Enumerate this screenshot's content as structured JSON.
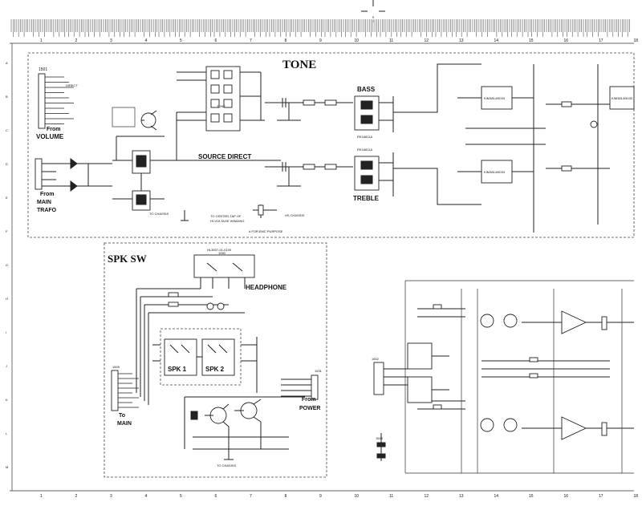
{
  "titles": {
    "tone": "TONE",
    "spk_sw": "SPK SW",
    "headphone": "HEADPHONE",
    "bass": "BASS",
    "treble": "TREBLE",
    "source_direct": "SOURCE DIRECT",
    "spk1": "SPK 1",
    "spk2": "SPK 2"
  },
  "labels": {
    "from_volume_1": "From",
    "from_volume_2": "VOLUME",
    "from_main_trafo_1": "From",
    "from_main_trafo_2": "MAIN",
    "from_main_trafo_3": "TRAFO",
    "to_main_1": "To",
    "to_main_2": "MAIN",
    "from_power_1": "From",
    "from_power_2": "POWER",
    "tone_chip": "TONE",
    "to_chassis": "TO CHASSIS",
    "to_chassis_2": "TO CHASSIS",
    "to_center_tap_1": "TO CENTER-TAP OF",
    "to_center_tap_2": "HI-VOLTAGE WINDING",
    "hs_chassis": "HS CHASSIS",
    "emc_purpose": "# FOR EMC PURPOSE",
    "direct": "DIRECT",
    "ic_bass": "RK16811A",
    "ic_treble": "RK16811A",
    "amp_top": "KIM3814/5033",
    "amp_bottom": "KIM3814/5033",
    "amp_right": "KIM3814/5033",
    "conn_1501": "1501",
    "conn_1505": "1505",
    "conn_1531": "1531",
    "conn_1502": "1502",
    "conn_1503": "1503",
    "hp_part": "HL3507-01-0100",
    "hp_code": "1050"
  },
  "border": {
    "top_numbers": [
      "1",
      "2",
      "3",
      "4",
      "5",
      "6",
      "7",
      "8",
      "9",
      "10",
      "11",
      "12",
      "13",
      "14",
      "15",
      "16",
      "17",
      "18"
    ],
    "bottom_numbers": [
      "1",
      "2",
      "3",
      "4",
      "5",
      "6",
      "7",
      "8",
      "9",
      "10",
      "11",
      "12",
      "13",
      "14",
      "15",
      "16",
      "17",
      "18"
    ],
    "left_letters": [
      "A",
      "B",
      "C",
      "D",
      "E",
      "F",
      "G",
      "H",
      "I",
      "J",
      "K",
      "L",
      "M"
    ]
  }
}
